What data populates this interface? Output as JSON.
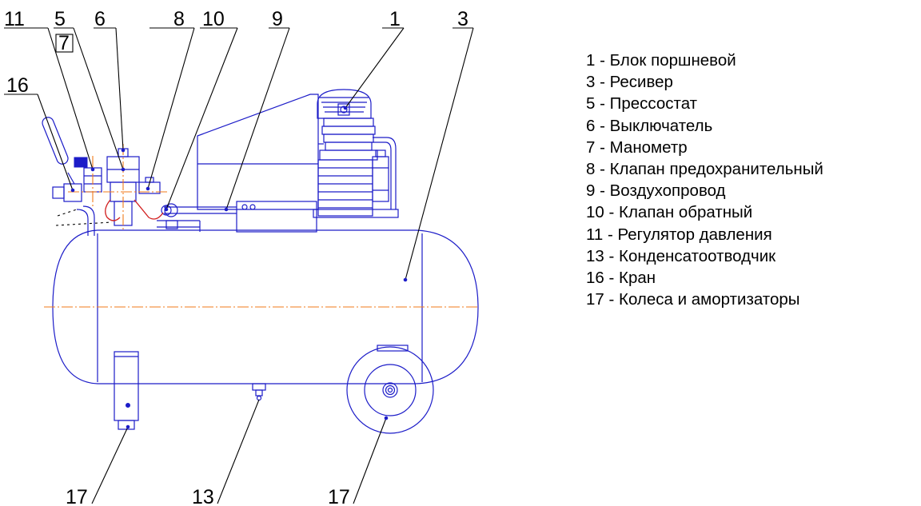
{
  "callouts": {
    "c11": "11",
    "c5": "5",
    "c7": "7",
    "c6": "6",
    "c8": "8",
    "c10": "10",
    "c9": "9",
    "c1": "1",
    "c3": "3",
    "c16": "16",
    "c17a": "17",
    "c13": "13",
    "c17b": "17"
  },
  "legend": [
    "1 - Блок поршневой",
    "3 - Ресивер",
    "5 - Прессостат",
    "6 - Выключатель",
    "7 - Манометр",
    "8 - Клапан предохранительный",
    "9 - Воздухопровод",
    "10 - Клапан обратный",
    "11 - Регулятор давления",
    "13 - Конденсатоотводчик",
    "16 - Кран",
    "17 - Колеса и амортизаторы"
  ],
  "colors": {
    "outline": "#1c1cc8",
    "centerline": "#f07a1a",
    "leader": "#000000",
    "wiring": "#d22020"
  }
}
